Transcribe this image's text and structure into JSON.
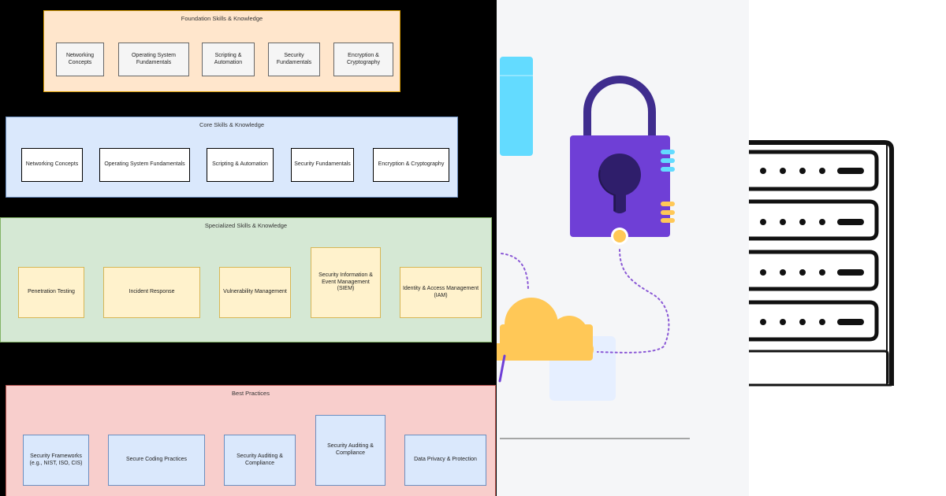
{
  "diagram": {
    "foundation": {
      "title": "Foundation Skills & Knowledge",
      "nodes": [
        "Networking Concepts",
        "Operating System Fundamentals",
        "Scripting & Automation",
        "Security Fundamentals",
        "Encryption & Cryptography"
      ]
    },
    "core": {
      "title": "Core Skills & Knowledge",
      "nodes": [
        "Networking Concepts",
        "Operating System Fundamentals",
        "Scripting & Automation",
        "Security Fundamentals",
        "Encryption & Cryptography"
      ]
    },
    "specialized": {
      "title": "Specialized Skills & Knowledge",
      "nodes": [
        "Penetration Testing",
        "Incident Response",
        "Vulnerability Management",
        "Security Information & Event Management (SIEM)",
        "Identity & Access Management (IAM)"
      ]
    },
    "best_practices": {
      "title": "Best Practices",
      "nodes": [
        "Security Frameworks (e.g., NIST, ISO, CIS)",
        "Secure Coding Practices",
        "Security Auditing & Compliance",
        "Security Auditing & Compliance",
        "Data Privacy & Protection"
      ]
    }
  },
  "colors": {
    "foundation_fill": "#ffe6cc",
    "core_fill": "#dae8fc",
    "specialized_fill": "#d5e8d4",
    "best_practices_fill": "#f8cecc",
    "lock_body": "#6f3fd6",
    "cloud": "#ffc857",
    "cyan_accent": "#63dbff"
  },
  "icons": {
    "illustration": "padlock-cloud-illustration",
    "server": "server-rack-icon"
  }
}
